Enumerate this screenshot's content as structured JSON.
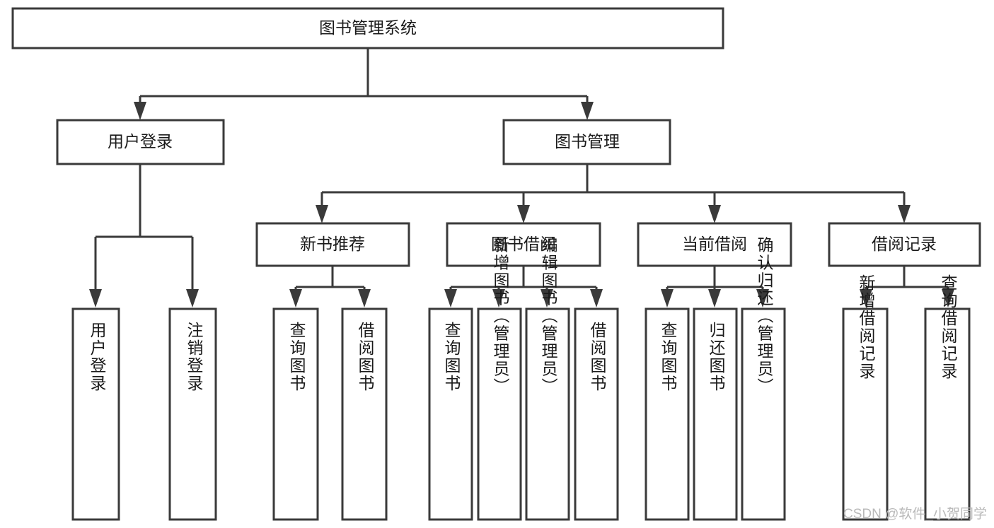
{
  "diagram": {
    "title": "图书管理系统",
    "type": "tree-hierarchy-chart",
    "watermark": "CSDN @软件_小贺同学",
    "root": {
      "id": "root",
      "label": "图书管理系统"
    },
    "level2": [
      {
        "id": "user-login",
        "label": "用户登录"
      },
      {
        "id": "book-management",
        "label": "图书管理"
      }
    ],
    "level3": [
      {
        "id": "new-book-recommend",
        "label": "新书推荐",
        "parent": "book-management"
      },
      {
        "id": "book-borrow",
        "label": "图书借阅",
        "parent": "book-management"
      },
      {
        "id": "current-borrow",
        "label": "当前借阅",
        "parent": "book-management"
      },
      {
        "id": "borrow-record",
        "label": "借阅记录",
        "parent": "book-management"
      }
    ],
    "leaves": [
      {
        "id": "leaf-user-login",
        "label": "用户登录",
        "parent": "user-login"
      },
      {
        "id": "leaf-logout-login",
        "label": "注销登录",
        "parent": "user-login"
      },
      {
        "id": "leaf-query-book-1",
        "label": "查询图书",
        "parent": "new-book-recommend"
      },
      {
        "id": "leaf-borrow-book-1",
        "label": "借阅图书",
        "parent": "new-book-recommend"
      },
      {
        "id": "leaf-query-book-2",
        "label": "查询图书",
        "parent": "book-borrow"
      },
      {
        "id": "leaf-add-book",
        "label": "新增图书（管理员）",
        "parent": "book-borrow"
      },
      {
        "id": "leaf-edit-book",
        "label": "编辑图书（管理员）",
        "parent": "book-borrow"
      },
      {
        "id": "leaf-borrow-book-2",
        "label": "借阅图书",
        "parent": "book-borrow"
      },
      {
        "id": "leaf-query-book-3",
        "label": "查询图书",
        "parent": "current-borrow"
      },
      {
        "id": "leaf-return-book",
        "label": "归还图书",
        "parent": "current-borrow"
      },
      {
        "id": "leaf-confirm-return",
        "label": "确认归还（管理员）",
        "parent": "current-borrow"
      },
      {
        "id": "leaf-add-record",
        "label": "新增借阅记录",
        "parent": "borrow-record"
      },
      {
        "id": "leaf-query-record",
        "label": "查询借阅记录",
        "parent": "borrow-record"
      }
    ],
    "colors": {
      "stroke": "#3a3a3a",
      "fill": "#ffffff",
      "text": "#1a1a1a",
      "watermark": "#b9b9b9",
      "background": "#ffffff"
    }
  }
}
